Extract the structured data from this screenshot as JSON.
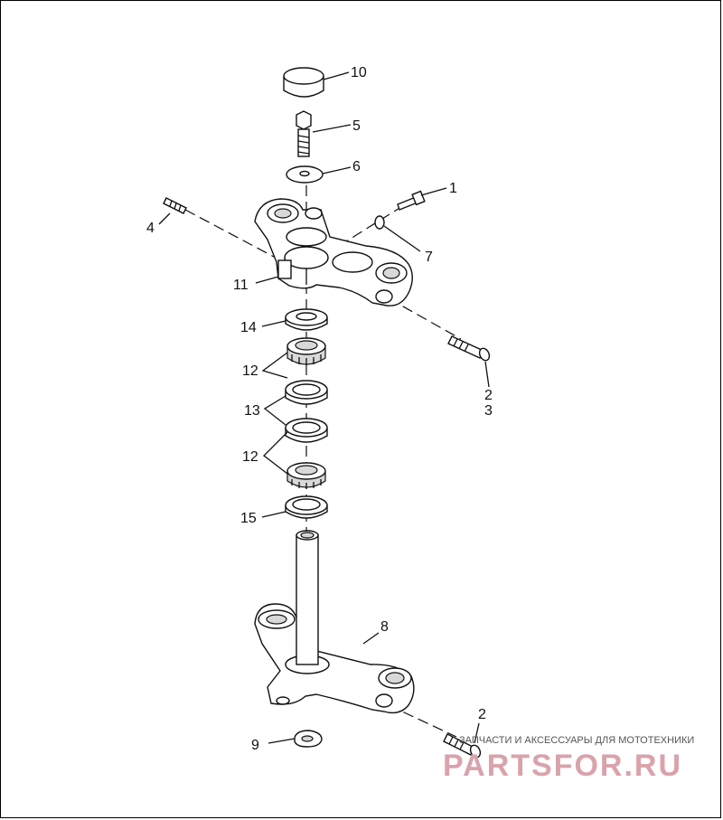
{
  "callouts": {
    "c1": "1",
    "c2a": "2",
    "c3": "3",
    "c2b": "2",
    "c4": "4",
    "c5": "5",
    "c6": "6",
    "c7": "7",
    "c8": "8",
    "c9": "9",
    "c10": "10",
    "c11": "11",
    "c12a": "12",
    "c12b": "12",
    "c13": "13",
    "c14": "14",
    "c15": "15"
  },
  "watermark": {
    "tagline": "ЗАПЧАСТИ И АКСЕССУАРЫ ДЛЯ МОТОТЕХНИКИ",
    "brand": "PARTSFOR.RU"
  }
}
